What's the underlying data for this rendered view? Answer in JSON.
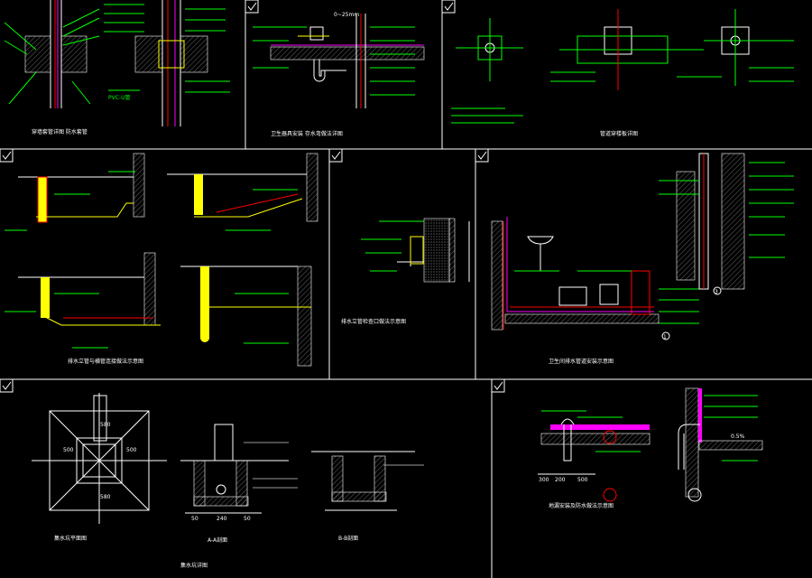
{
  "drawing": {
    "note_depth": "0~25mm",
    "pipe_label": "PVC-U管",
    "dims_floor_drain": [
      "300",
      "200",
      "500"
    ],
    "dims_section": [
      "50",
      "240",
      "50"
    ],
    "dims_sump": [
      "500",
      "580",
      "500",
      "580"
    ],
    "slope_label": "0.5%",
    "marker_1": "1",
    "marker_3": "3"
  },
  "panels": [
    {
      "id": "p1",
      "caption": "穿墙套管详图  防水套管"
    },
    {
      "id": "p2",
      "caption": "卫生器具安装  存水弯做法详图"
    },
    {
      "id": "p3",
      "caption": "管道穿楼板详图"
    },
    {
      "id": "p4",
      "caption": "排水立管与横管连接做法示意图"
    },
    {
      "id": "p5",
      "caption": "排水立管检查口做法示意图"
    },
    {
      "id": "p6",
      "caption": "卫生间排水管道安装示意图"
    },
    {
      "id": "p7",
      "caption": "集水坑平面图"
    },
    {
      "id": "p8",
      "caption": "A-A剖面"
    },
    {
      "id": "p9",
      "caption": "B-B剖面"
    },
    {
      "id": "p10",
      "caption": "集水坑详图"
    },
    {
      "id": "p11",
      "caption": "地漏安装及防水做法示意图"
    }
  ],
  "colors": {
    "bg": "#000000",
    "frame": "#ffffff",
    "green": "#00ff00",
    "yellow": "#ffff00",
    "red": "#ff0000",
    "magenta": "#ff00ff",
    "cyan": "#00ffff"
  }
}
